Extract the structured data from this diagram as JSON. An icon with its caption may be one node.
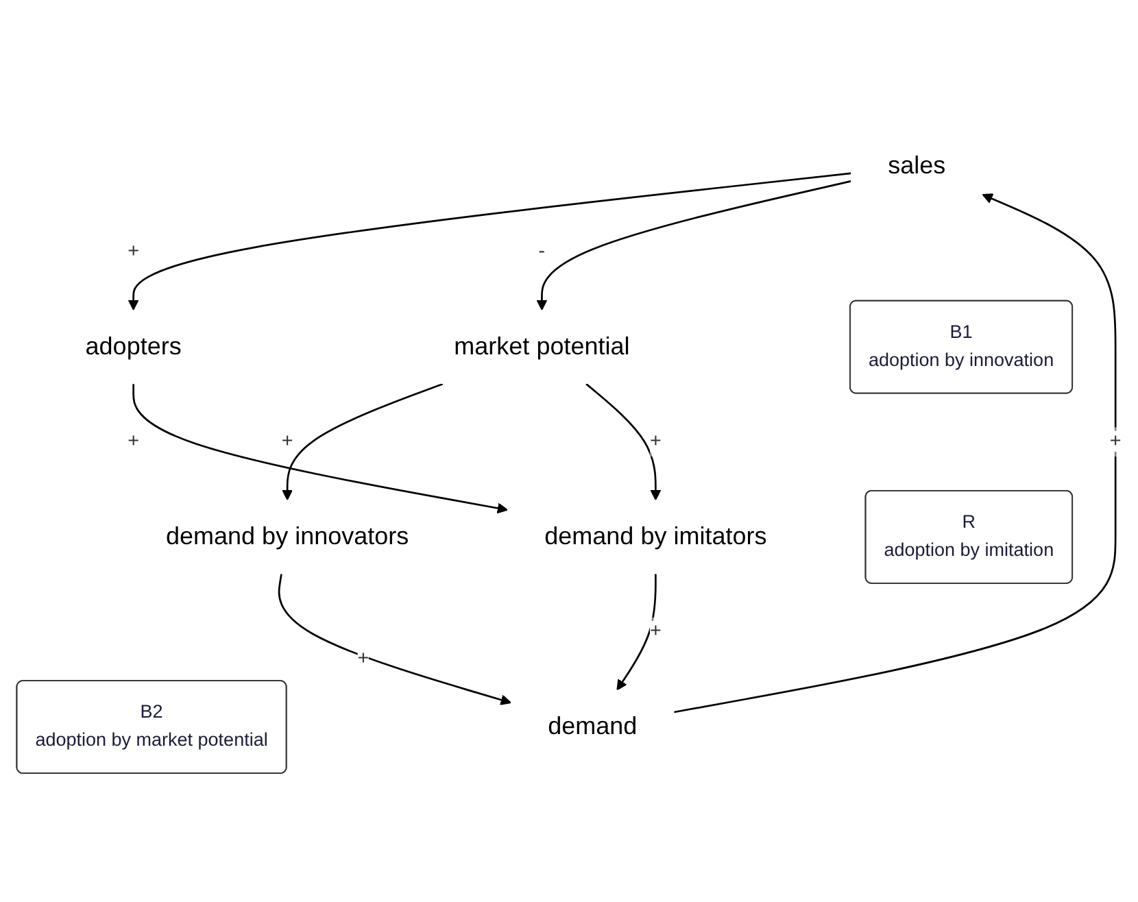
{
  "diagram": {
    "nodes": [
      {
        "text": [
          "sales"
        ]
      },
      {
        "text": [
          "adopters"
        ]
      },
      {
        "text": [
          "market potential"
        ]
      },
      {
        "text": [
          "B1",
          "adoption by innovation"
        ]
      },
      {
        "text": [
          "R",
          "adoption by imitation"
        ]
      },
      {
        "text": [
          "demand by innovators"
        ]
      },
      {
        "text": [
          "demand"
        ]
      },
      {
        "text": [
          "B2",
          "adoption by market potential"
        ]
      },
      {
        "text": [
          "demand by imitators"
        ]
      }
    ],
    "edges": [
      {
        "from": 0,
        "to": 1,
        "arrow": "to",
        "label": "+"
      },
      {
        "from": 0,
        "to": 2,
        "arrow": "to",
        "label": "-"
      },
      {
        "from": 2,
        "to": 5,
        "arrow": "to",
        "label": "+"
      },
      {
        "from": 2,
        "to": 8,
        "arrow": "to",
        "label": "+"
      },
      {
        "from": 1,
        "to": 8,
        "arrow": "to",
        "label": "+"
      },
      {
        "from": 5,
        "to": 6,
        "arrow": "to",
        "label": "+"
      },
      {
        "from": 8,
        "to": 6,
        "arrow": "to",
        "label": "+"
      },
      {
        "from": 6,
        "to": 0,
        "arrow": "to",
        "label": "+"
      }
    ]
  }
}
